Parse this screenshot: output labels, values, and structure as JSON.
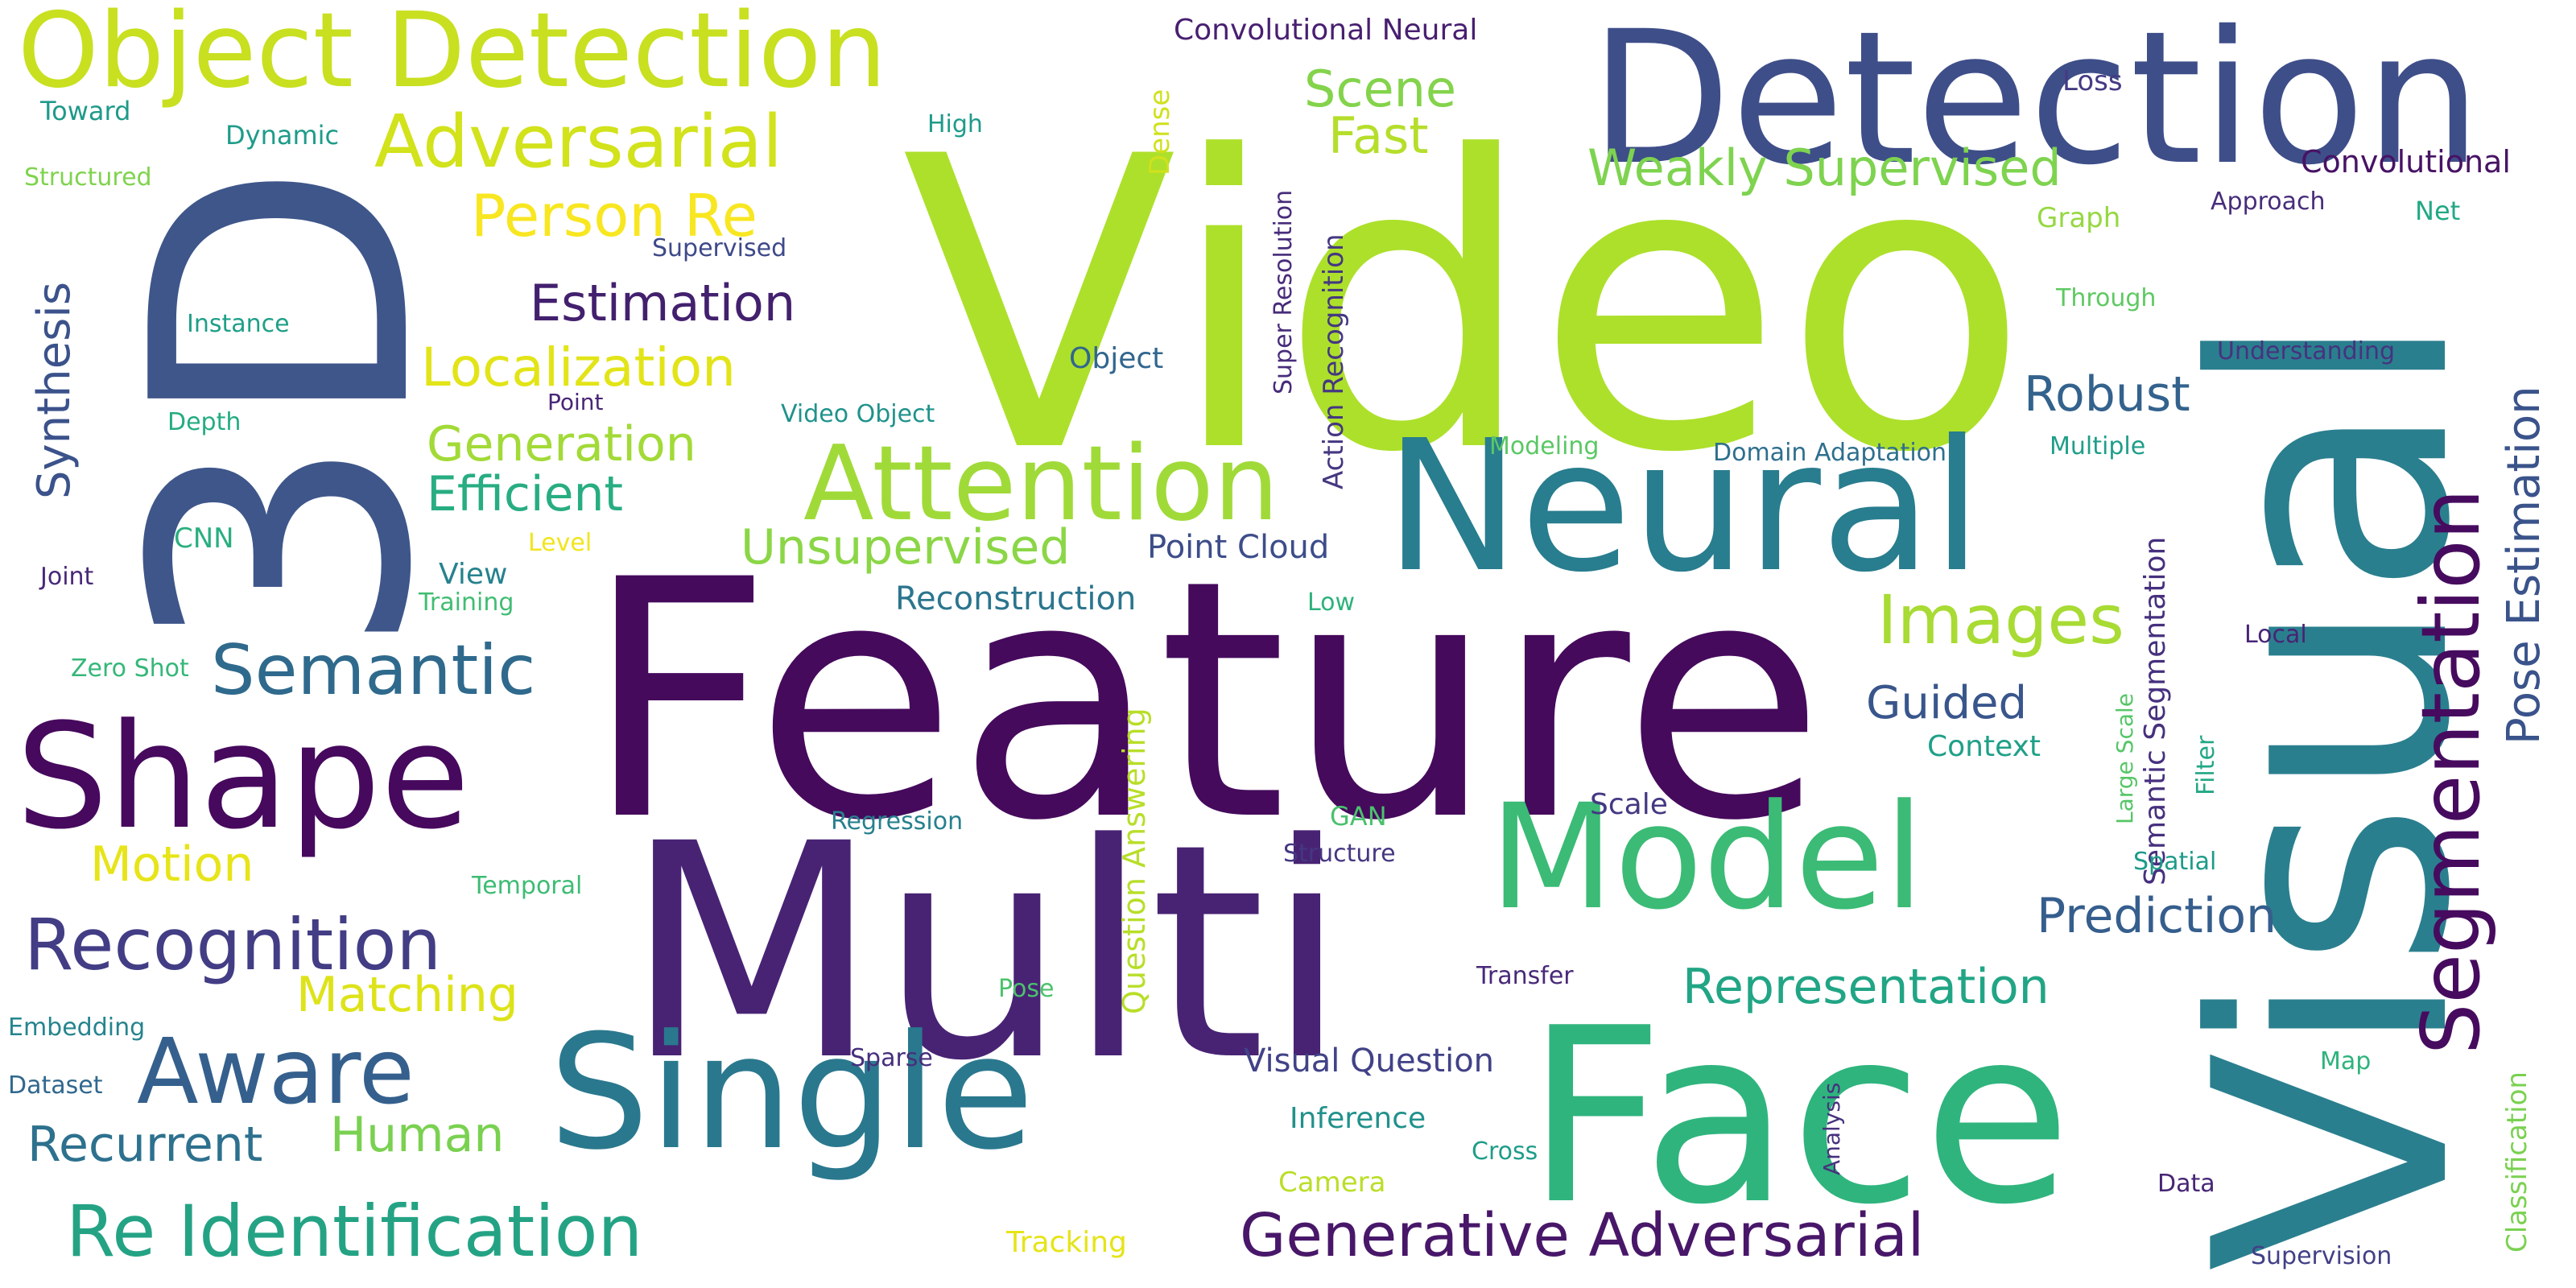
{
  "words": [
    {
      "text": "Video",
      "color": "#ade02b"
    },
    {
      "text": "Feature",
      "color": "#450a5c"
    },
    {
      "text": "Multi",
      "color": "#482374"
    },
    {
      "text": "3D",
      "color": "#3e568a"
    },
    {
      "text": "Visual",
      "color": "#2a7f8e"
    },
    {
      "text": "Detection",
      "color": "#3e4e89"
    },
    {
      "text": "Face",
      "color": "#2fb47d"
    },
    {
      "text": "Neural",
      "color": "#287d8e"
    },
    {
      "text": "Single",
      "color": "#2a788e"
    },
    {
      "text": "Model",
      "color": "#3bbb75"
    },
    {
      "text": "Shape",
      "color": "#46095d"
    },
    {
      "text": "Attention",
      "color": "#a0da39"
    },
    {
      "text": "Object Detection",
      "color": "#c8e020"
    },
    {
      "text": "Segmentation",
      "color": "#460b5e"
    },
    {
      "text": "Adversarial",
      "color": "#d2e21b"
    },
    {
      "text": "Recognition",
      "color": "#423d84"
    },
    {
      "text": "Aware",
      "color": "#35608d"
    },
    {
      "text": "Semantic",
      "color": "#2f6a8d"
    },
    {
      "text": "Re Identification",
      "color": "#24a384"
    },
    {
      "text": "Generative Adversarial",
      "color": "#481769"
    },
    {
      "text": "Pose Estimation",
      "color": "#3a538b"
    },
    {
      "text": "Images",
      "color": "#a8db34"
    },
    {
      "text": "Weakly Supervised",
      "color": "#7ed34f"
    },
    {
      "text": "Person Re",
      "color": "#f8e621"
    },
    {
      "text": "Localization",
      "color": "#e2e418"
    },
    {
      "text": "Synthesis",
      "color": "#3b528b"
    },
    {
      "text": "Scene",
      "color": "#83d34b"
    },
    {
      "text": "Fast",
      "color": "#b5de2b"
    },
    {
      "text": "Estimation",
      "color": "#43206e"
    },
    {
      "text": "Generation",
      "color": "#a2da37"
    },
    {
      "text": "Efficient",
      "color": "#27ad81"
    },
    {
      "text": "Unsupervised",
      "color": "#8bd646"
    },
    {
      "text": "Robust",
      "color": "#33628d"
    },
    {
      "text": "Motion",
      "color": "#e7e419"
    },
    {
      "text": "Matching",
      "color": "#dde318"
    },
    {
      "text": "Recurrent",
      "color": "#2d718e"
    },
    {
      "text": "Human",
      "color": "#7ad151"
    },
    {
      "text": "Prediction",
      "color": "#355e8d"
    },
    {
      "text": "Representation",
      "color": "#21a585"
    },
    {
      "text": "Guided",
      "color": "#39568c"
    },
    {
      "text": "Convolutional Neural",
      "color": "#481f70"
    },
    {
      "text": "Convolutional",
      "color": "#471365"
    },
    {
      "text": "Point Cloud",
      "color": "#3d4d8a"
    },
    {
      "text": "Reconstruction",
      "color": "#2b758e"
    },
    {
      "text": "Visual Question",
      "color": "#414287"
    },
    {
      "text": "Semantic Segmentation",
      "color": "#46307e"
    },
    {
      "text": "Question Answering",
      "color": "#b8de29"
    },
    {
      "text": "Action Recognition",
      "color": "#453781"
    },
    {
      "text": "Super Resolution",
      "color": "#472c7a"
    },
    {
      "text": "Dense",
      "color": "#d0e11c"
    },
    {
      "text": "Object",
      "color": "#31668e"
    },
    {
      "text": "Inference",
      "color": "#21918c"
    },
    {
      "text": "Context",
      "color": "#1fa088"
    },
    {
      "text": "Scale",
      "color": "#443983"
    },
    {
      "text": "Loss",
      "color": "#443b84"
    },
    {
      "text": "Approach",
      "color": "#472d7b"
    },
    {
      "text": "Net",
      "color": "#22a884"
    },
    {
      "text": "Graph",
      "color": "#95d840"
    },
    {
      "text": "Through",
      "color": "#5ec962"
    },
    {
      "text": "Understanding",
      "color": "#46337f"
    },
    {
      "text": "Domain Adaptation",
      "color": "#2e6f8e"
    },
    {
      "text": "Multiple",
      "color": "#1f9e89"
    },
    {
      "text": "Modeling",
      "color": "#5ac864"
    },
    {
      "text": "Video Object",
      "color": "#20928c"
    },
    {
      "text": "High",
      "color": "#1e9b8a"
    },
    {
      "text": "Supervised",
      "color": "#3e4989"
    },
    {
      "text": "Point",
      "color": "#482677"
    },
    {
      "text": "Instance",
      "color": "#1f9f88"
    },
    {
      "text": "Depth",
      "color": "#25ac82"
    },
    {
      "text": "CNN",
      "color": "#29af7f"
    },
    {
      "text": "Joint",
      "color": "#482878"
    },
    {
      "text": "Level",
      "color": "#f1e51d"
    },
    {
      "text": "View",
      "color": "#26828e"
    },
    {
      "text": "Training",
      "color": "#40bd72"
    },
    {
      "text": "Zero Shot",
      "color": "#35b779"
    },
    {
      "text": "Toward",
      "color": "#1f9a8a"
    },
    {
      "text": "Structured",
      "color": "#7fd34e"
    },
    {
      "text": "Dynamic",
      "color": "#1e9c89"
    },
    {
      "text": "Low",
      "color": "#2db27d"
    },
    {
      "text": "Local",
      "color": "#482475"
    },
    {
      "text": "Large Scale",
      "color": "#56c667"
    },
    {
      "text": "Filter",
      "color": "#22a785"
    },
    {
      "text": "Spatial",
      "color": "#1e9b8a"
    },
    {
      "text": "Classification",
      "color": "#7ad151"
    },
    {
      "text": "Map",
      "color": "#2eb37c"
    },
    {
      "text": "Data",
      "color": "#482576"
    },
    {
      "text": "Supervision",
      "color": "#424086"
    },
    {
      "text": "Analysis",
      "color": "#46327e"
    },
    {
      "text": "Cross",
      "color": "#1e9d89"
    },
    {
      "text": "Camera",
      "color": "#bade28"
    },
    {
      "text": "Tracking",
      "color": "#e5e419"
    },
    {
      "text": "Transfer",
      "color": "#482979"
    },
    {
      "text": "Structure",
      "color": "#453781"
    },
    {
      "text": "GAN",
      "color": "#4ac16d"
    },
    {
      "text": "Regression",
      "color": "#27808e"
    },
    {
      "text": "Pose",
      "color": "#4cc26c"
    },
    {
      "text": "Sparse",
      "color": "#472f7d"
    },
    {
      "text": "Temporal",
      "color": "#3dbc74"
    },
    {
      "text": "Embedding",
      "color": "#25848e"
    },
    {
      "text": "Dataset",
      "color": "#31688e"
    }
  ]
}
